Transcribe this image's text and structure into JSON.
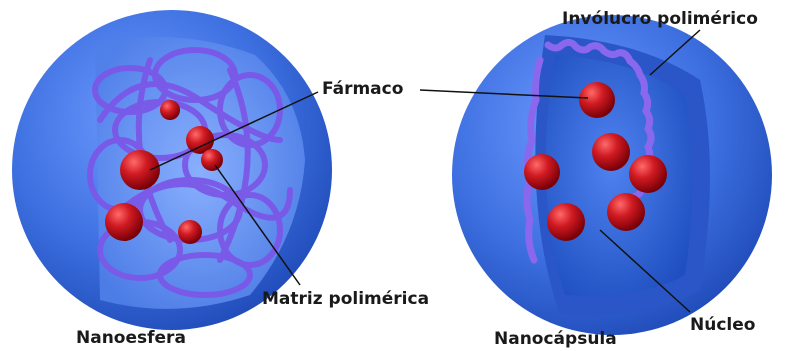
{
  "labels": {
    "farmaco": "Fármaco",
    "envelope": "Invólucro polimérico",
    "matrix": "Matriz polimérica",
    "nucleus": "Núcleo",
    "nanosphere": "Nanoesfera",
    "nanocapsule": "Nanocápsula"
  },
  "colors": {
    "sphere_shell": "#3d6fe0",
    "sphere_inner": "#5c8df2",
    "polymer": "#7b58e8",
    "drug": "#c8101c",
    "core": "#2f63d8"
  }
}
